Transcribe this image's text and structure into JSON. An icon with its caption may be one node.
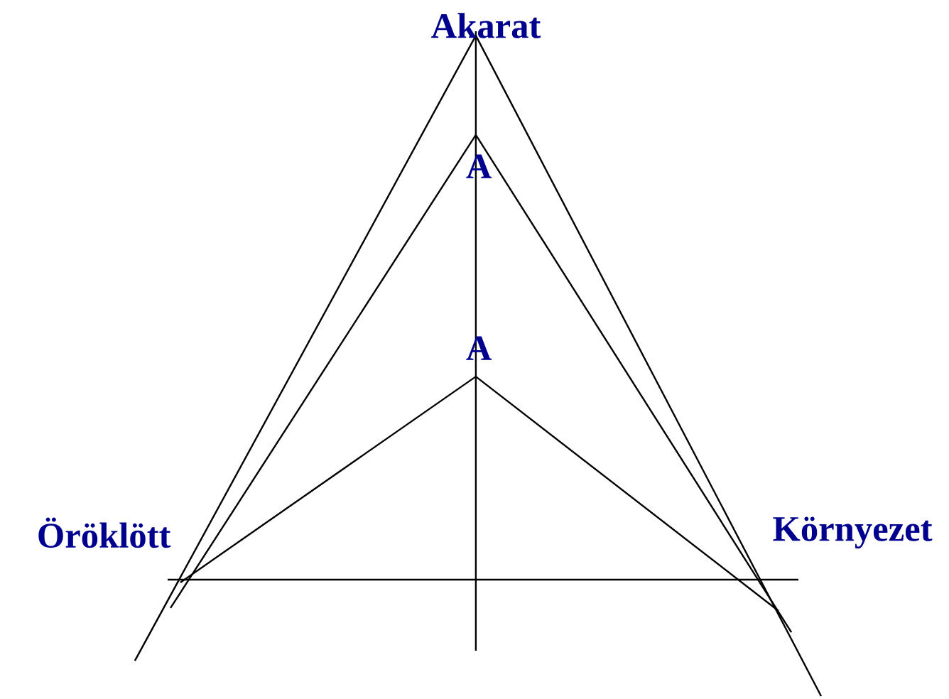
{
  "diagram": {
    "labels": [
      "Akarat",
      "A",
      "A",
      "Öröklött",
      "Környezet"
    ]
  }
}
